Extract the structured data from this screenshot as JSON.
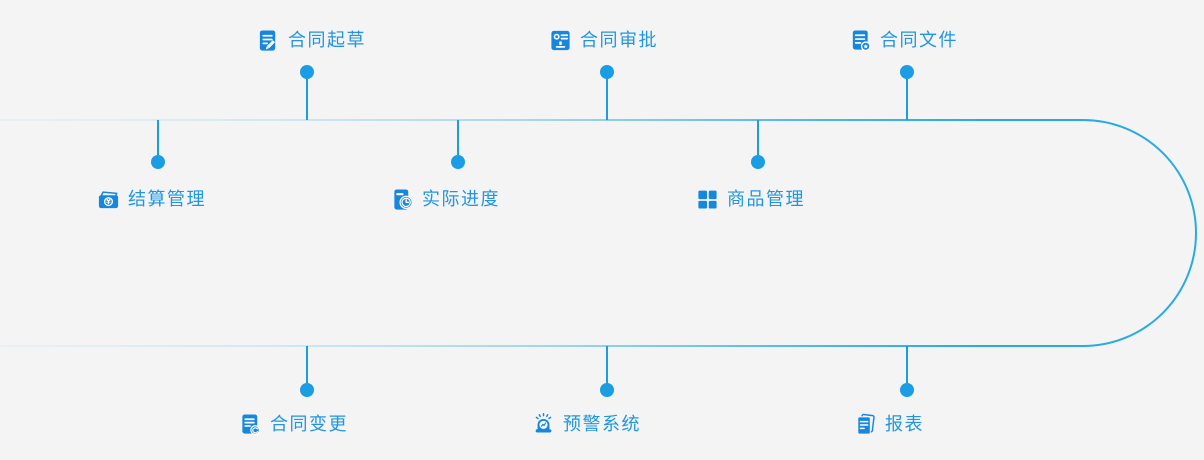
{
  "diagram": {
    "title": "contract-lifecycle-loop",
    "colors": {
      "bg": "#f4f4f5",
      "line": "#29abe2",
      "node": "#1a9de2",
      "icon": "#1787dd",
      "label": "#2196e0"
    },
    "top_items": [
      {
        "label": "合同起草",
        "icon": "contract-draft-icon"
      },
      {
        "label": "合同审批",
        "icon": "contract-approval-icon"
      },
      {
        "label": "合同文件",
        "icon": "contract-file-icon"
      }
    ],
    "middle_items": [
      {
        "label": "结算管理",
        "icon": "settlement-wallet-icon"
      },
      {
        "label": "实际进度",
        "icon": "progress-clock-icon"
      },
      {
        "label": "商品管理",
        "icon": "product-grid-icon"
      }
    ],
    "bottom_items": [
      {
        "label": "合同变更",
        "icon": "contract-change-icon"
      },
      {
        "label": "预警系统",
        "icon": "alert-siren-icon"
      },
      {
        "label": "报表",
        "icon": "report-icon"
      }
    ]
  }
}
